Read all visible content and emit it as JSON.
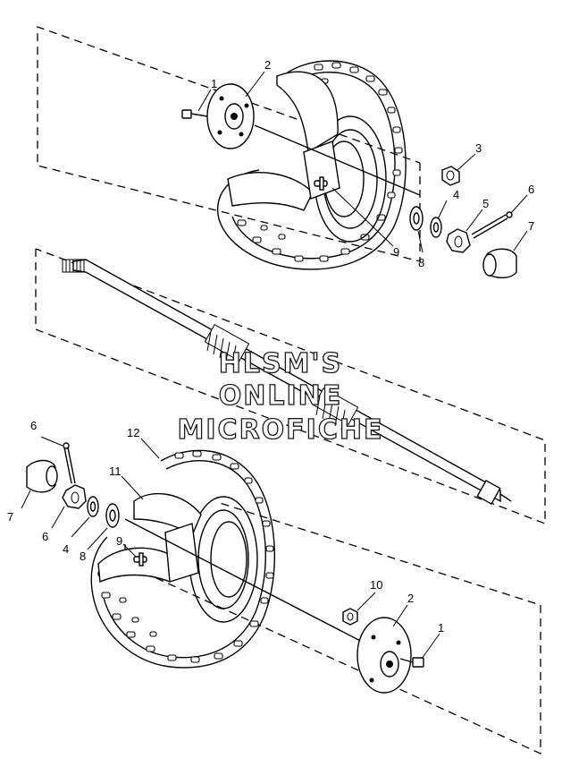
{
  "watermark": {
    "line1": "HLSM'S",
    "line2": "ONLINE",
    "line3": "MICROFICHE"
  },
  "callouts": {
    "top_1": "1",
    "top_2": "2",
    "top_3": "3",
    "top_4": "4",
    "top_5": "5",
    "top_6": "6",
    "top_7": "7",
    "top_8": "8",
    "top_9": "9",
    "bot_6a": "6",
    "bot_7": "7",
    "bot_6b": "6",
    "bot_4": "4",
    "bot_8": "8",
    "bot_9": "9",
    "bot_11": "11",
    "bot_12": "12",
    "bot_10": "10",
    "bot_2": "2",
    "bot_1": "1"
  }
}
